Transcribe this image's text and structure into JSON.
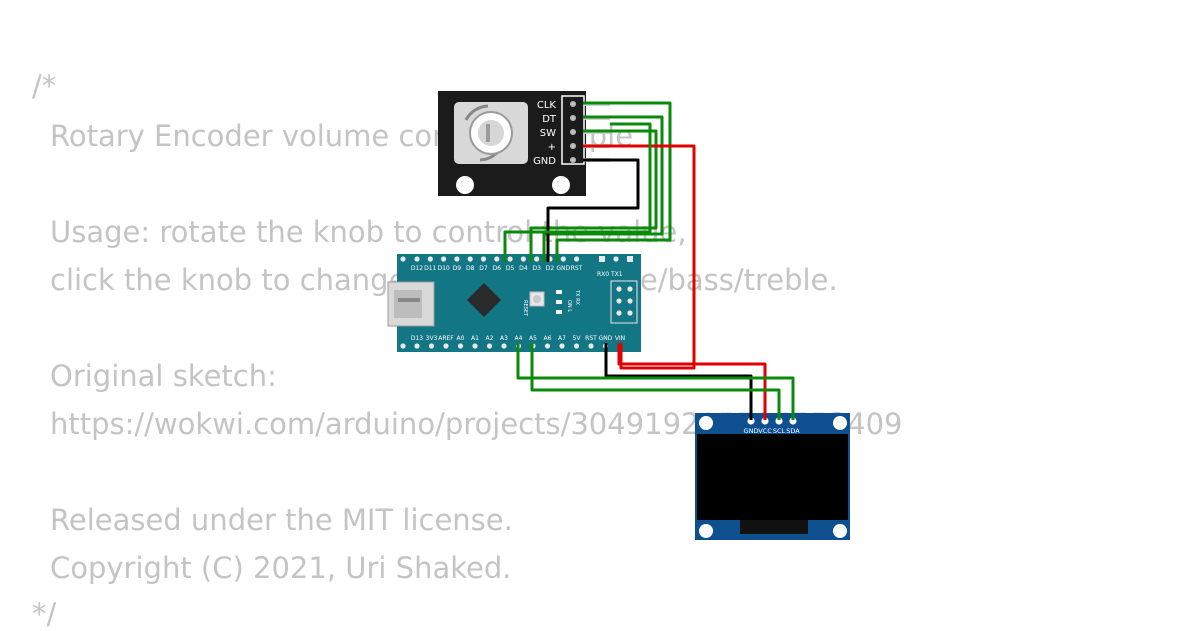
{
  "comment": {
    "open": "/*",
    "title": "Rotary Encoder volume control example",
    "usage_1": "Usage: rotate the knob to control the value,",
    "usage_2": "click the knob to change between volume/bass/treble.",
    "original_label": "Original sketch:",
    "original_url": "https://wokwi.com/arduino/projects/304919215794553409",
    "license": "Released under the MIT license.",
    "copyright": "Copyright (C) 2021, Uri Shaked.",
    "close": "*/"
  },
  "encoder": {
    "pins": [
      "CLK",
      "DT",
      "SW",
      "+",
      "GND"
    ]
  },
  "nano": {
    "top_pins": [
      "D12",
      "D11",
      "D10",
      "D9",
      "D8",
      "D7",
      "D6",
      "D5",
      "D4",
      "D3",
      "D2",
      "GND",
      "RST"
    ],
    "top_right": "RX0 TX1",
    "bottom_pins": [
      "D13",
      "3V3",
      "AREF",
      "A0",
      "A1",
      "A2",
      "A3",
      "A4",
      "A5",
      "A6",
      "A7",
      "5V",
      "RST",
      "GND",
      "VIN"
    ],
    "reset_label": "RESET",
    "txrx_label": "TX RX",
    "on_label": "ON L"
  },
  "oled": {
    "pins": [
      "GND",
      "VCC",
      "SCL",
      "SDA"
    ]
  },
  "colors": {
    "wire_green": "#0a8a0a",
    "wire_red": "#e00000",
    "wire_black": "#000000",
    "nano_board": "#137685",
    "oled_board": "#0d4f8f",
    "comment_text": "#c4c4c4"
  }
}
